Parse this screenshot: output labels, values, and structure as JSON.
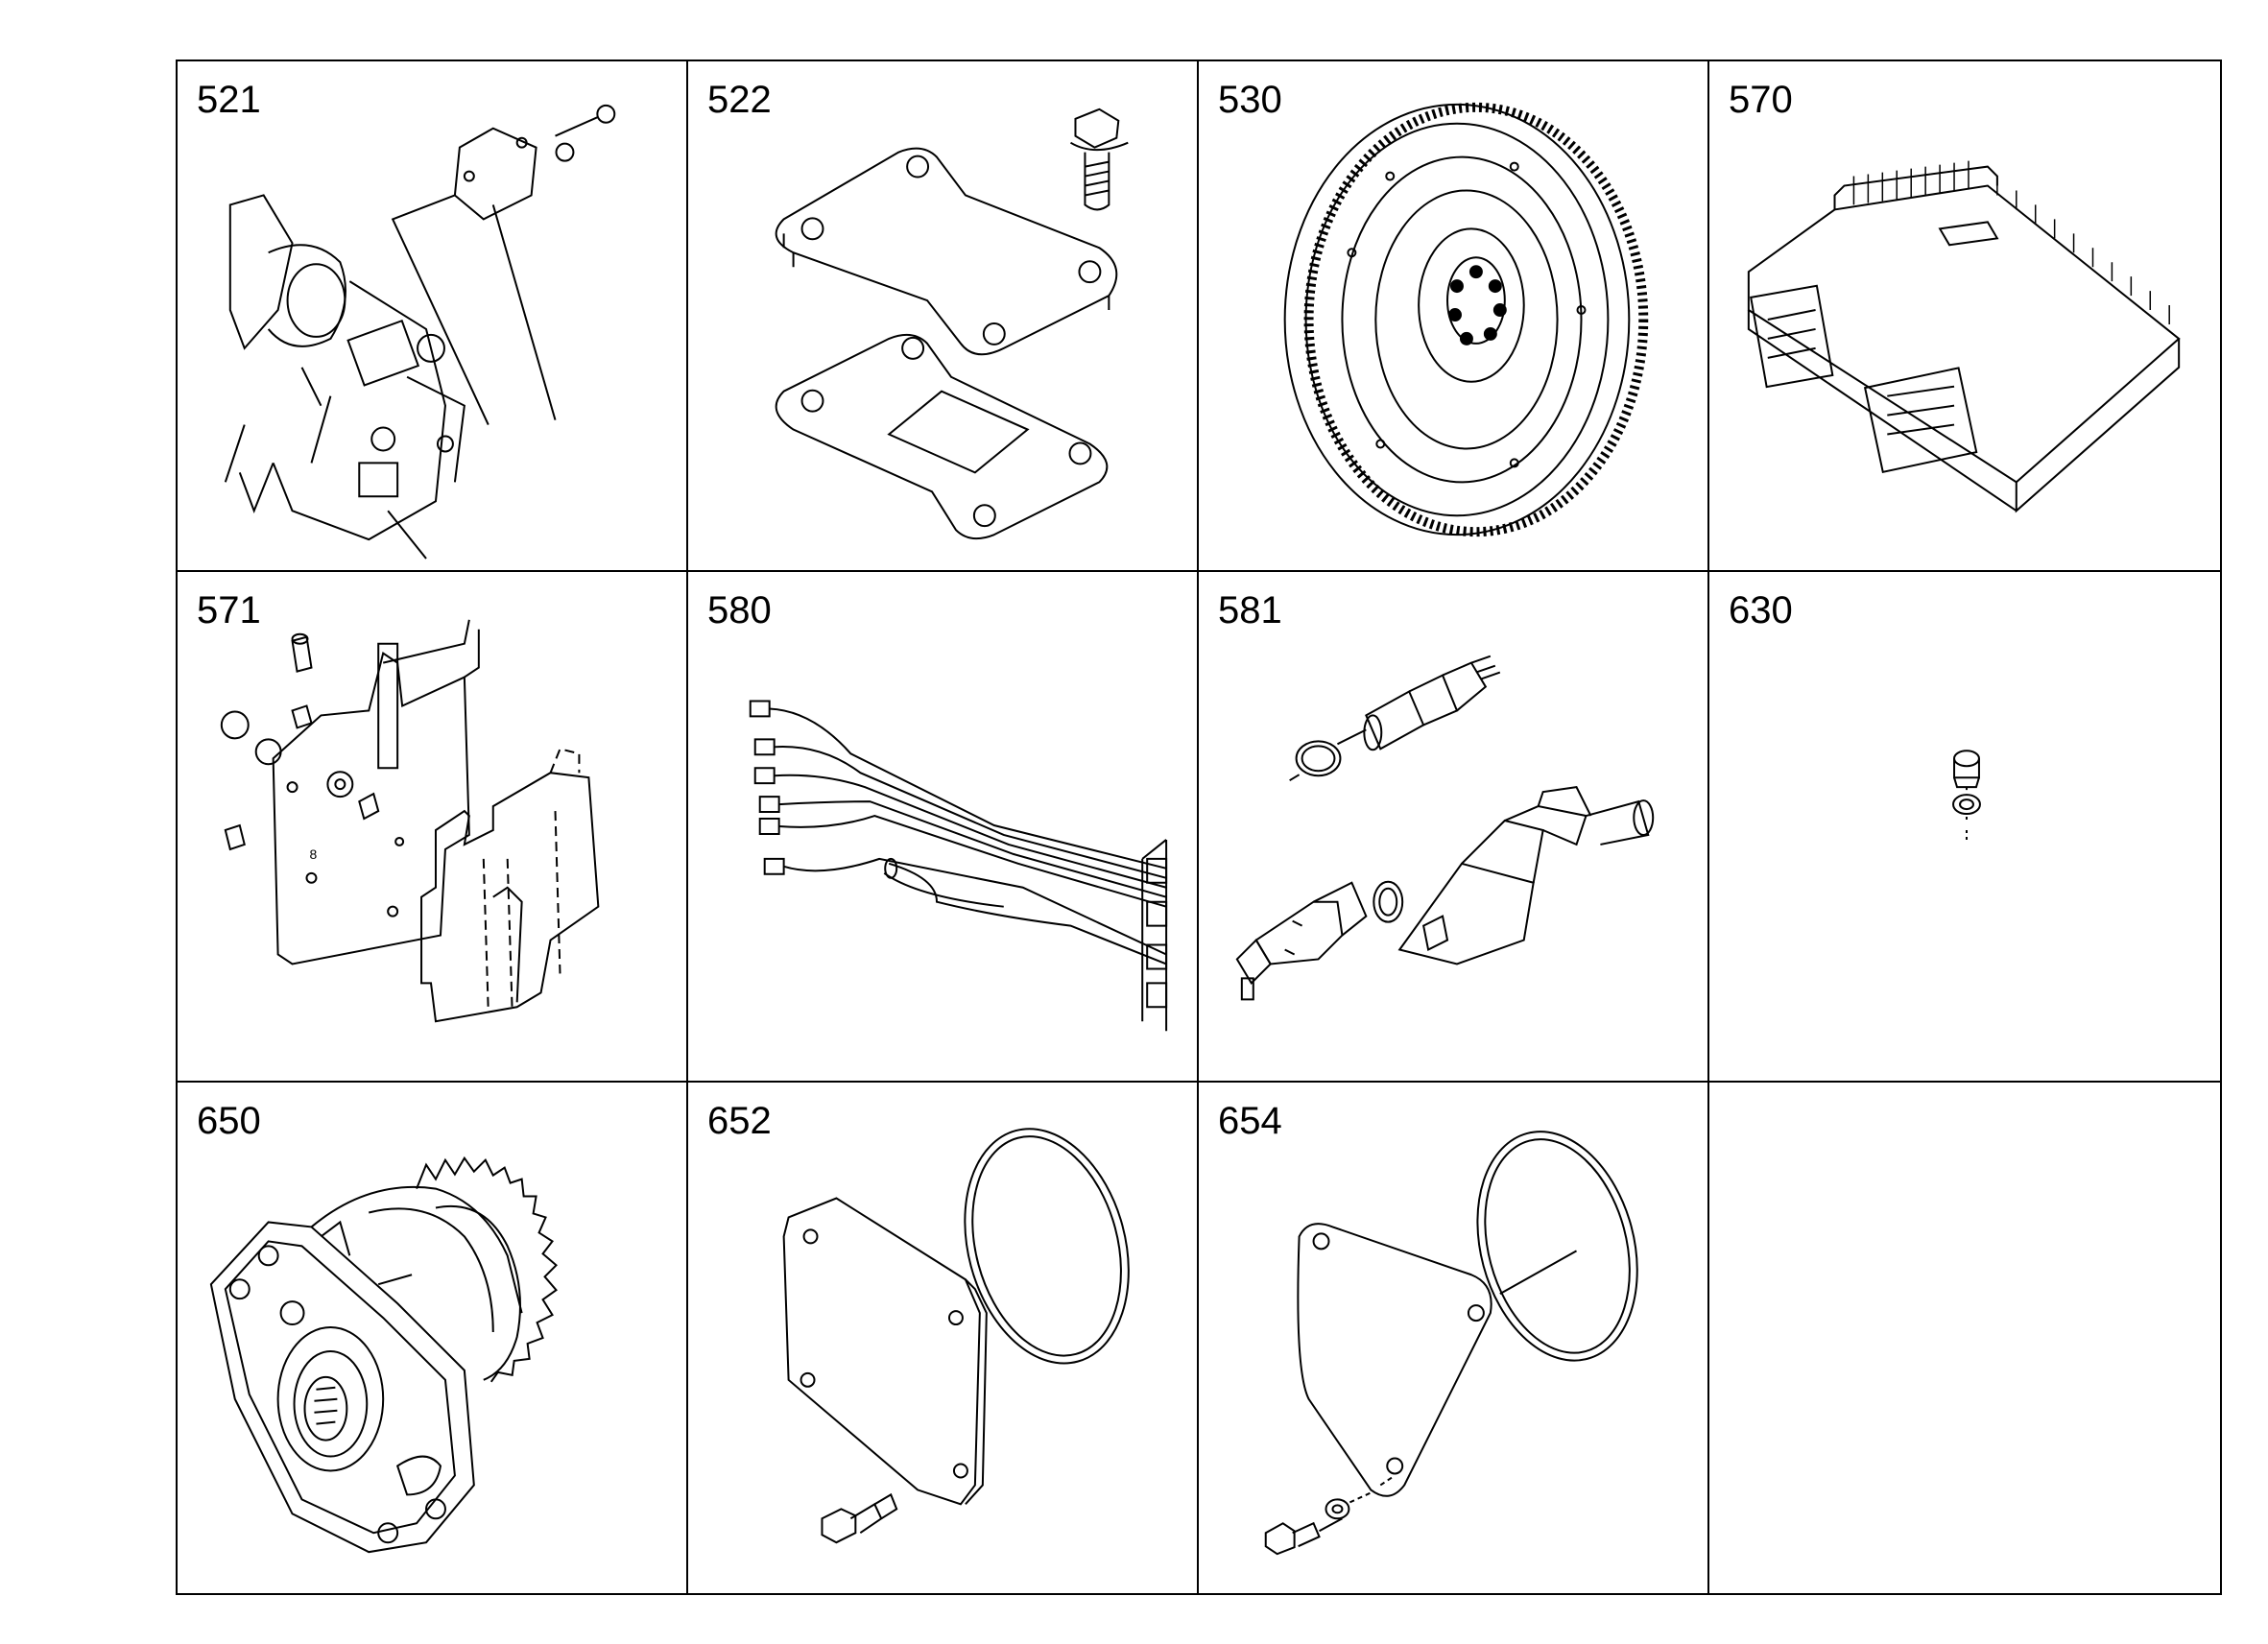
{
  "parts": [
    {
      "number": "521",
      "icon": "cover-plate-on-housing-icon"
    },
    {
      "number": "522",
      "icon": "gasket-plate-with-bolt-icon"
    },
    {
      "number": "530",
      "icon": "flywheel-icon"
    },
    {
      "number": "570",
      "icon": "electronic-control-unit-icon"
    },
    {
      "number": "571",
      "icon": "mounting-bracket-icon"
    },
    {
      "number": "580",
      "icon": "wiring-harness-icon"
    },
    {
      "number": "581",
      "icon": "sensors-icon"
    },
    {
      "number": "630",
      "icon": "plug-screw-with-washer-icon"
    },
    {
      "number": "650",
      "icon": "pump-with-gear-icon"
    },
    {
      "number": "652",
      "icon": "cover-plate-with-o-ring-icon"
    },
    {
      "number": "654",
      "icon": "cover-with-o-ring-and-bolt-icon"
    },
    {
      "number": "",
      "icon": ""
    }
  ],
  "colors": {
    "line": "#000000",
    "background": "#ffffff"
  }
}
